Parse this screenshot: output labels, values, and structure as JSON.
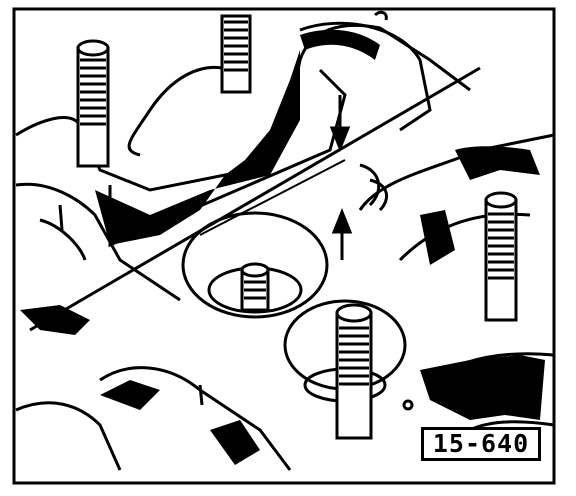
{
  "figure": {
    "label": "15-640",
    "description": "",
    "colors": {
      "ink": "#000000",
      "paper": "#ffffff"
    },
    "parts": [
      "cylinder-head",
      "stud",
      "valve-guide",
      "straightedge",
      "direction-arrow"
    ]
  }
}
